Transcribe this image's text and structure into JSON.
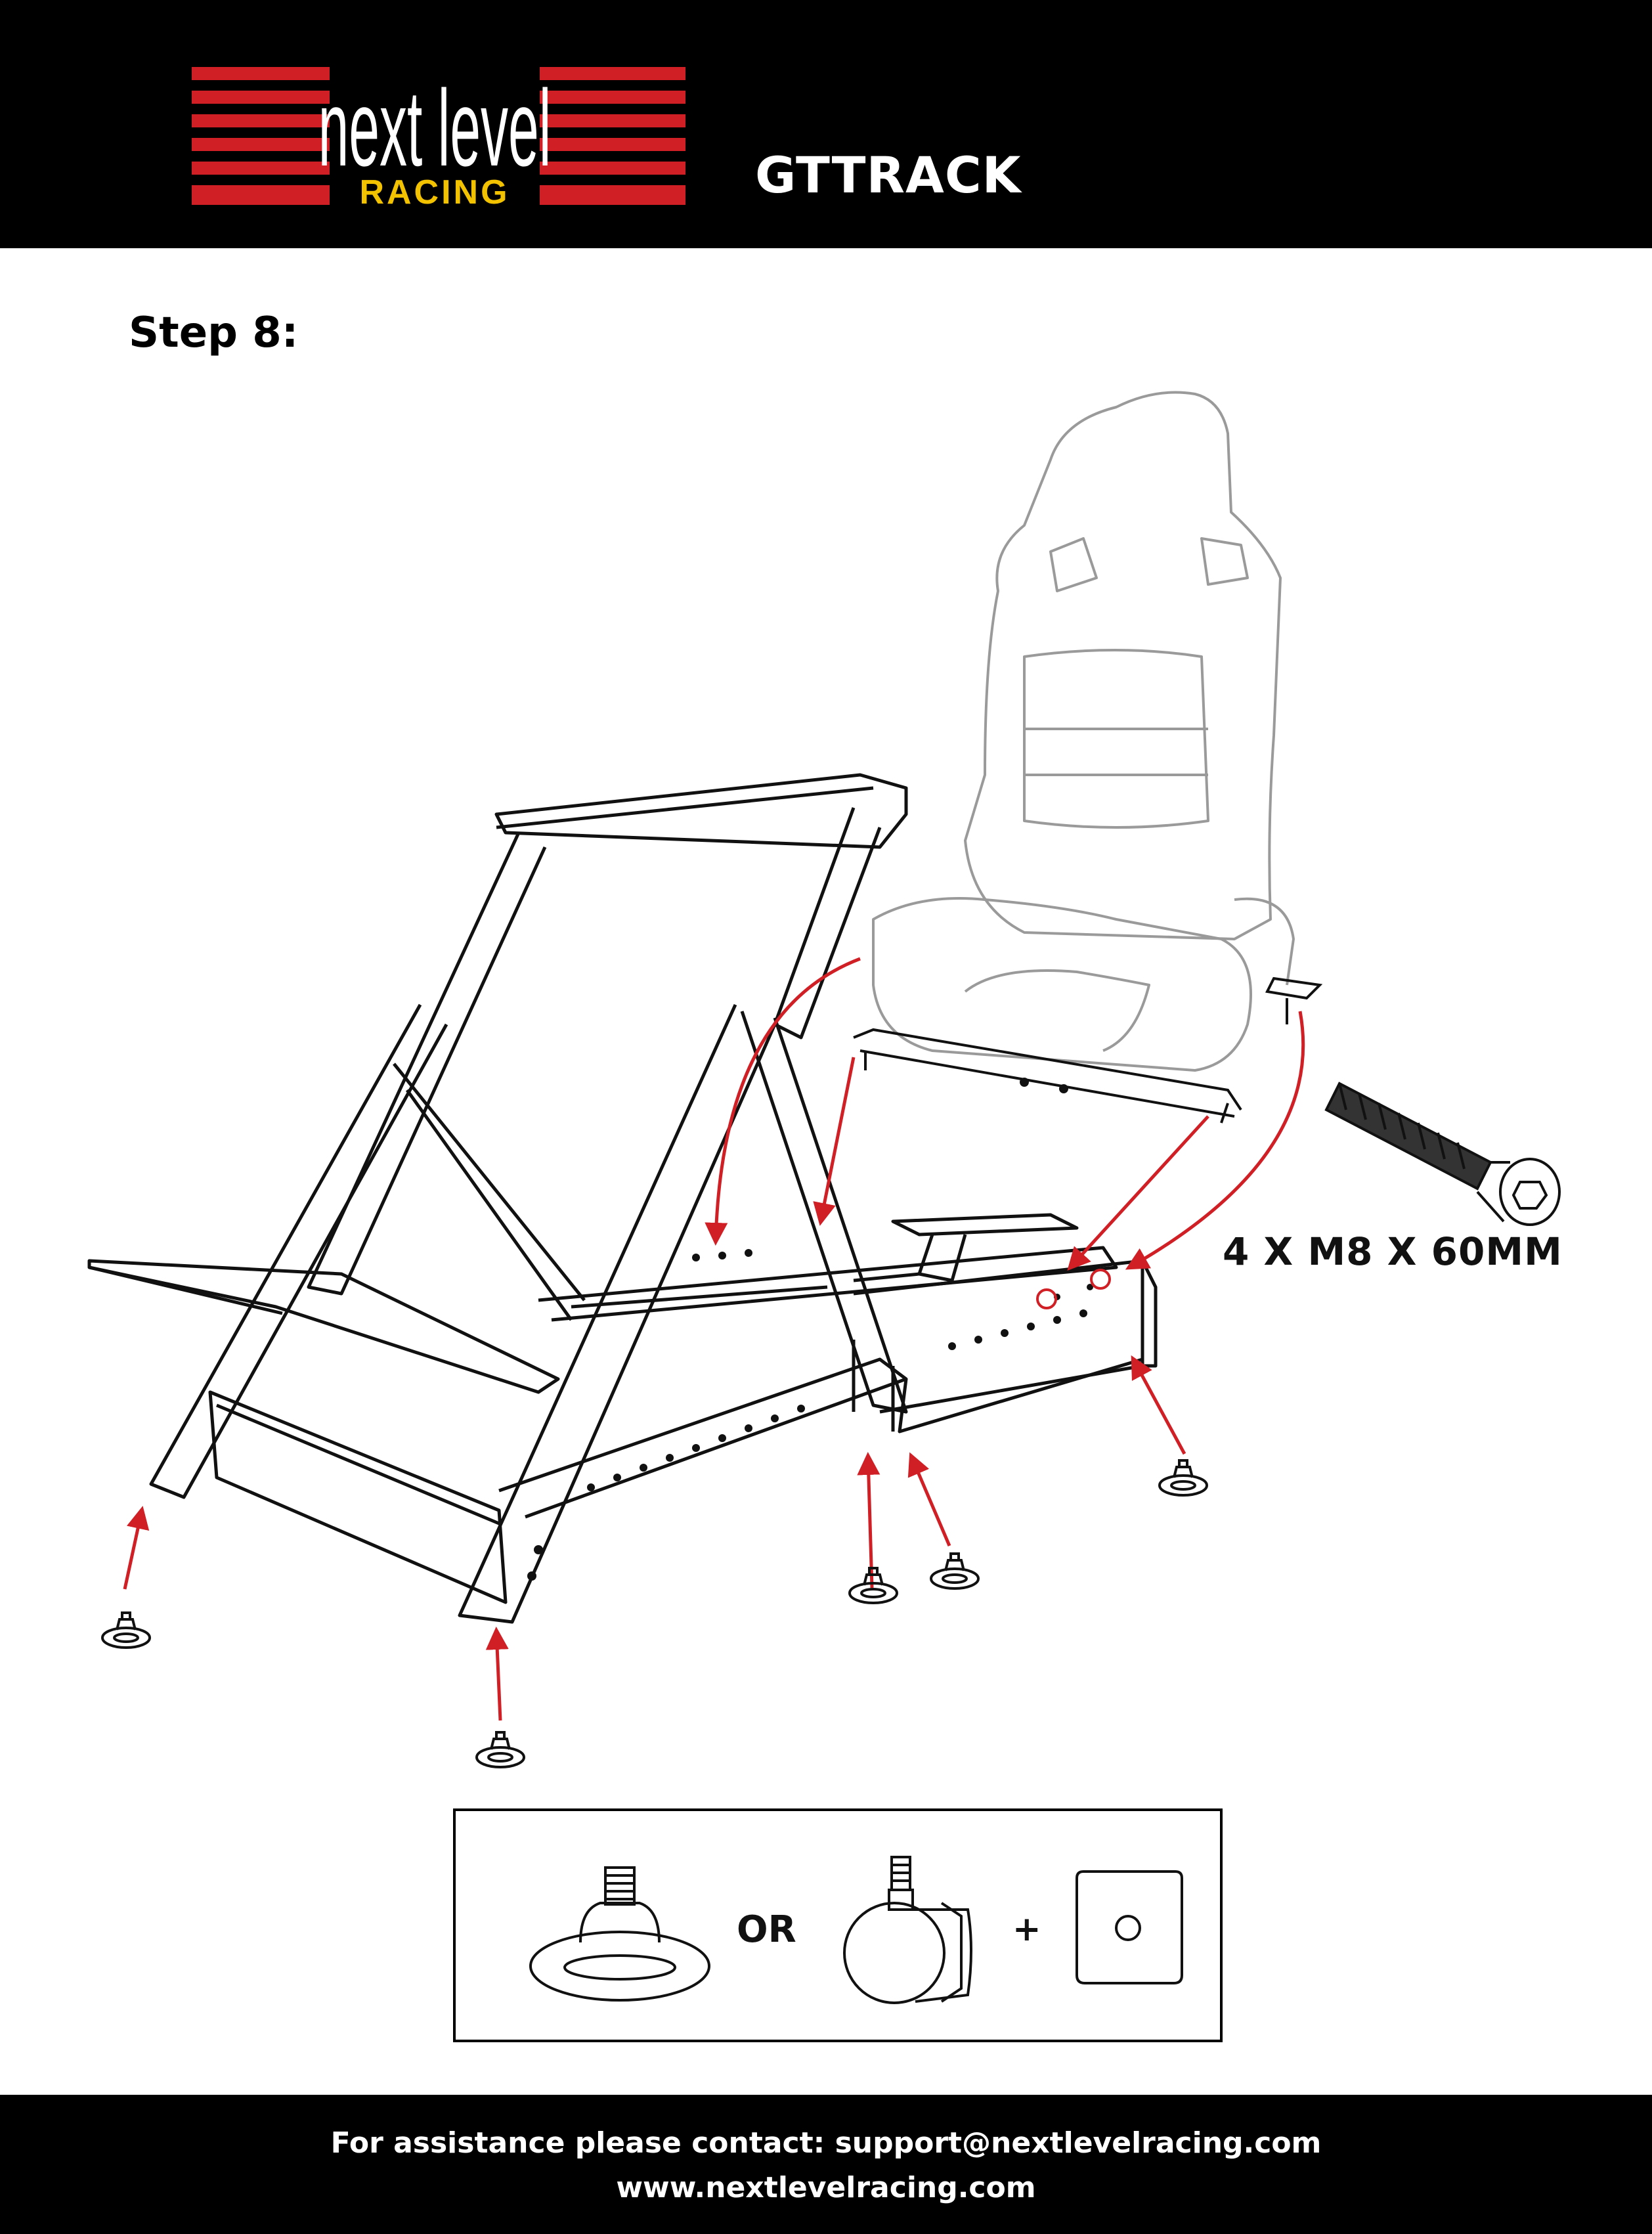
{
  "header": {
    "logo_text_top": "next level",
    "logo_text_bottom": "RACING",
    "title": "GTTRACK"
  },
  "step": {
    "title": "Step 8:"
  },
  "diagram": {
    "screw_label": "4 X M8 X 60MM"
  },
  "options": {
    "or_label": "OR",
    "plus_label": "+"
  },
  "footer": {
    "contact_line": "For assistance please contact: support@nextlevelracing.com",
    "website": "www.nextlevelracing.com"
  },
  "colors": {
    "header_bg": "#000000",
    "brand_red": "#d11f26",
    "brand_yellow": "#f2c200",
    "arrow_red": "#d11f26"
  }
}
